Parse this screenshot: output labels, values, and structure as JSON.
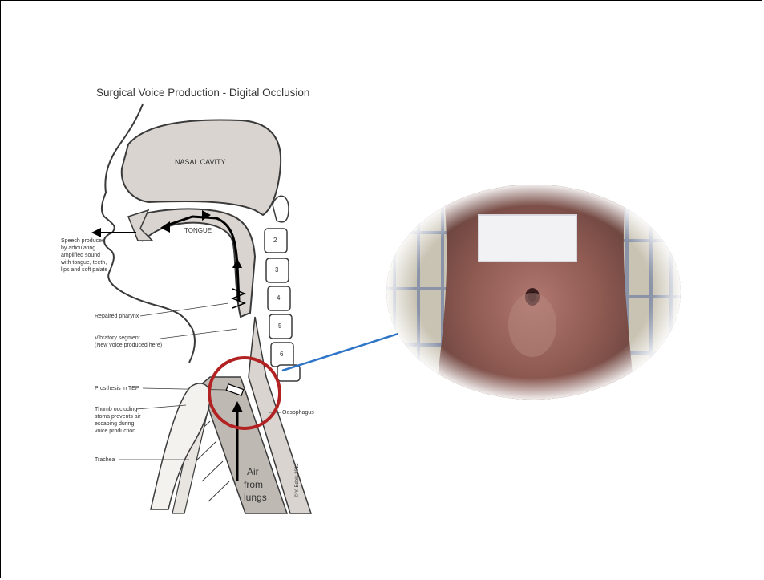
{
  "diagram": {
    "title": "Surgical Voice Production - Digital Occlusion",
    "labels": {
      "nasal_cavity": "NASAL CAVITY",
      "tongue": "TONGUE",
      "speech": [
        "Speech produced",
        "by articulating",
        "amplified sound",
        "with tongue, teeth,",
        "lips and soft palate"
      ],
      "repaired_pharynx": "Repaired pharynx",
      "vibratory": [
        "Vibratory segment",
        "(New voice produced here)"
      ],
      "prosthesis": "Prosthesis in TEP",
      "thumb": [
        "Thumb occluding",
        "stoma prevents air",
        "escaping during",
        "voice production"
      ],
      "trachea": "Trachea",
      "oesophagus": "Oesophagus",
      "air": [
        "Air",
        "from",
        "lungs"
      ],
      "copyright": "© Y. Edels 2012"
    },
    "vertebrae": [
      "2",
      "3",
      "4",
      "5",
      "6"
    ]
  },
  "colors": {
    "highlight_circle": "#b22222",
    "arrow": "#2e75c8",
    "tissue": "#d9d4cf",
    "line": "#3a3a3a"
  },
  "photo": {
    "subject": "stoma-photo"
  }
}
